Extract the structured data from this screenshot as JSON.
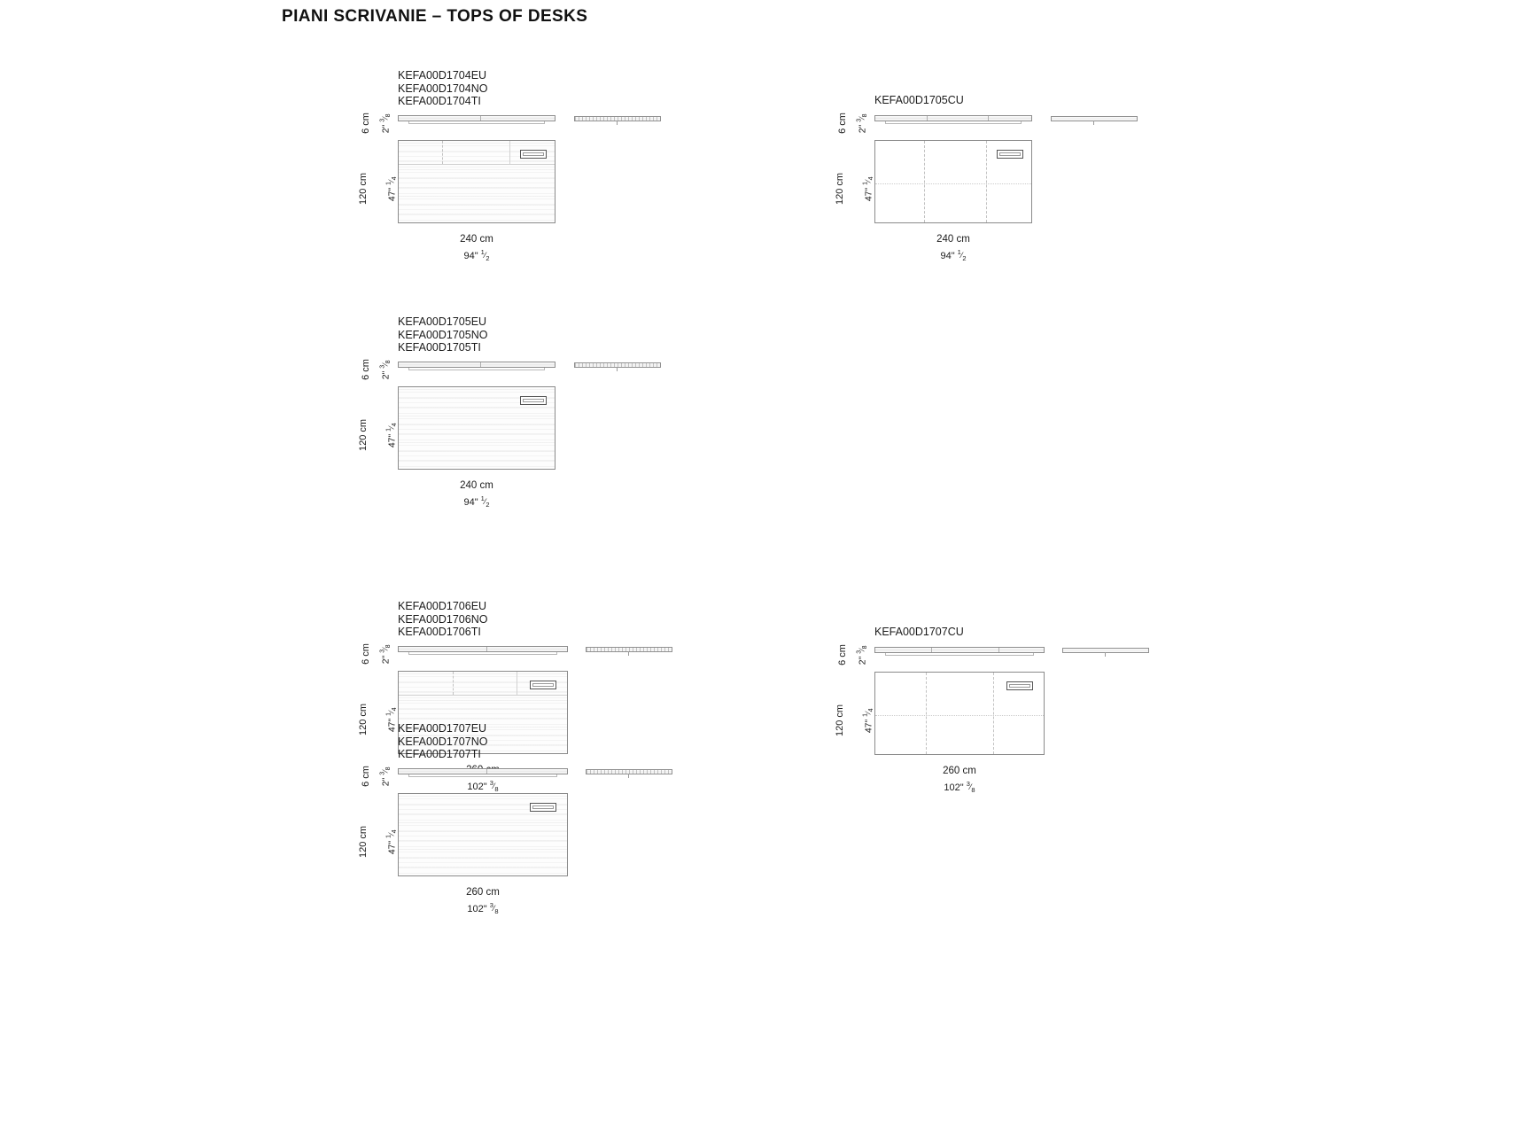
{
  "page": {
    "title": "PIANI SCRIVANIE – TOPS OF DESKS"
  },
  "blocks": [
    {
      "id": "kefa1704",
      "codes": [
        "KEFA00D1704EU",
        "KEFA00D1704NO",
        "KEFA00D1704TI"
      ],
      "height": {
        "cm": "6 cm",
        "inch_whole": "2\"",
        "inch_num": "3",
        "inch_den": "8"
      },
      "depth": {
        "cm": "120 cm",
        "inch_whole": "47\"",
        "inch_num": "1",
        "inch_den": "4"
      },
      "width": {
        "cm": "240 cm",
        "inch_whole": "94\"",
        "inch_num": "1",
        "inch_den": "2"
      },
      "style": "wood"
    },
    {
      "id": "kefa1705cu",
      "codes": [
        "KEFA00D1705CU"
      ],
      "height": {
        "cm": "6 cm",
        "inch_whole": "2\"",
        "inch_num": "3",
        "inch_den": "8"
      },
      "depth": {
        "cm": "120 cm",
        "inch_whole": "47\"",
        "inch_num": "1",
        "inch_den": "4"
      },
      "width": {
        "cm": "240 cm",
        "inch_whole": "94\"",
        "inch_num": "1",
        "inch_den": "2"
      },
      "style": "plain"
    },
    {
      "id": "kefa1705",
      "codes": [
        "KEFA00D1705EU",
        "KEFA00D1705NO",
        "KEFA00D1705TI"
      ],
      "height": {
        "cm": "6 cm",
        "inch_whole": "2\"",
        "inch_num": "3",
        "inch_den": "8"
      },
      "depth": {
        "cm": "120 cm",
        "inch_whole": "47\"",
        "inch_num": "1",
        "inch_den": "4"
      },
      "width": {
        "cm": "240 cm",
        "inch_whole": "94\"",
        "inch_num": "1",
        "inch_den": "2"
      },
      "style": "wood"
    },
    {
      "id": "kefa1706",
      "codes": [
        "KEFA00D1706EU",
        "KEFA00D1706NO",
        "KEFA00D1706TI"
      ],
      "height": {
        "cm": "6 cm",
        "inch_whole": "2\"",
        "inch_num": "3",
        "inch_den": "8"
      },
      "depth": {
        "cm": "120 cm",
        "inch_whole": "47\"",
        "inch_num": "1",
        "inch_den": "4"
      },
      "width": {
        "cm": "260 cm",
        "inch_whole": "102\"",
        "inch_num": "3",
        "inch_den": "8"
      },
      "style": "wood"
    },
    {
      "id": "kefa1707cu",
      "codes": [
        "KEFA00D1707CU"
      ],
      "height": {
        "cm": "6 cm",
        "inch_whole": "2\"",
        "inch_num": "3",
        "inch_den": "8"
      },
      "depth": {
        "cm": "120 cm",
        "inch_whole": "47\"",
        "inch_num": "1",
        "inch_den": "4"
      },
      "width": {
        "cm": "260 cm",
        "inch_whole": "102\"",
        "inch_num": "3",
        "inch_den": "8"
      },
      "style": "plain"
    },
    {
      "id": "kefa1707",
      "codes": [
        "KEFA00D1707EU",
        "KEFA00D1707NO",
        "KEFA00D1707TI"
      ],
      "height": {
        "cm": "6 cm",
        "inch_whole": "2\"",
        "inch_num": "3",
        "inch_den": "8"
      },
      "depth": {
        "cm": "120 cm",
        "inch_whole": "47\"",
        "inch_num": "1",
        "inch_den": "4"
      },
      "width": {
        "cm": "260 cm",
        "inch_whole": "102\"",
        "inch_num": "3",
        "inch_den": "8"
      },
      "style": "wood"
    }
  ]
}
